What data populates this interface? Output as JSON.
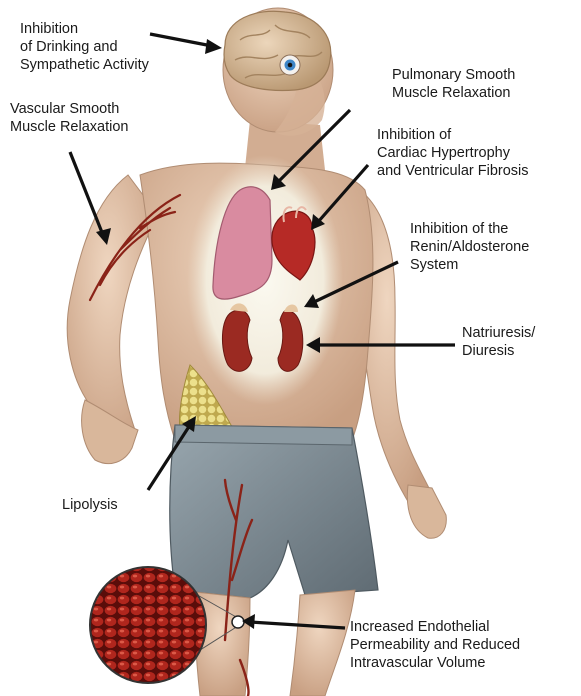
{
  "labels": {
    "brain": [
      "Inhibition",
      "of Drinking and",
      "Sympathetic Activity"
    ],
    "vascular": [
      "Vascular Smooth",
      "Muscle Relaxation"
    ],
    "pulmonary": [
      "Pulmonary Smooth",
      "Muscle Relaxation"
    ],
    "cardiac": [
      "Inhibition of",
      "Cardiac Hypertrophy",
      "and Ventricular Fibrosis"
    ],
    "renin": [
      "Inhibition of the",
      "Renin/Aldosterone",
      "System"
    ],
    "natriuresis": [
      "Natriuresis/",
      "Diuresis"
    ],
    "lipolysis": [
      "Lipolysis"
    ],
    "endothelial": [
      "Increased Endothelial",
      "Permeability and Reduced",
      "Intravascular Volume"
    ]
  },
  "colors": {
    "skin": "#e0c1a8",
    "skin_shadow": "#c29a7e",
    "shorts": "#7d8b94",
    "organ_glow": "#f7f4ea",
    "lung": "#d4879a",
    "heart": "#b62a26",
    "kidney": "#9b2a22",
    "fat": "#e3d17a",
    "vessel": "#8a2318",
    "brain": "#dcc2a2",
    "arrow": "#111111"
  }
}
